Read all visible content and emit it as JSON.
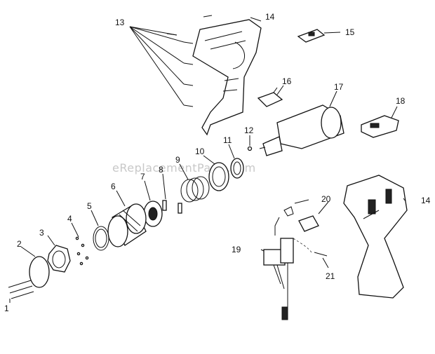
{
  "watermark": "eReplacementParts.com",
  "callouts": [
    {
      "id": "c1",
      "text": "1"
    },
    {
      "id": "c2",
      "text": "2"
    },
    {
      "id": "c3",
      "text": "3"
    },
    {
      "id": "c4",
      "text": "4"
    },
    {
      "id": "c5",
      "text": "5"
    },
    {
      "id": "c6",
      "text": "6"
    },
    {
      "id": "c7",
      "text": "7"
    },
    {
      "id": "c8",
      "text": "8"
    },
    {
      "id": "c9",
      "text": "9"
    },
    {
      "id": "c10",
      "text": "10"
    },
    {
      "id": "c11",
      "text": "11"
    },
    {
      "id": "c12",
      "text": "12"
    },
    {
      "id": "c13",
      "text": "13"
    },
    {
      "id": "c14a",
      "text": "14"
    },
    {
      "id": "c14b",
      "text": "14"
    },
    {
      "id": "c15",
      "text": "15"
    },
    {
      "id": "c16",
      "text": "16"
    },
    {
      "id": "c17",
      "text": "17"
    },
    {
      "id": "c18",
      "text": "18"
    },
    {
      "id": "c19",
      "text": "19"
    },
    {
      "id": "c20",
      "text": "20"
    },
    {
      "id": "c21",
      "text": "21"
    }
  ]
}
